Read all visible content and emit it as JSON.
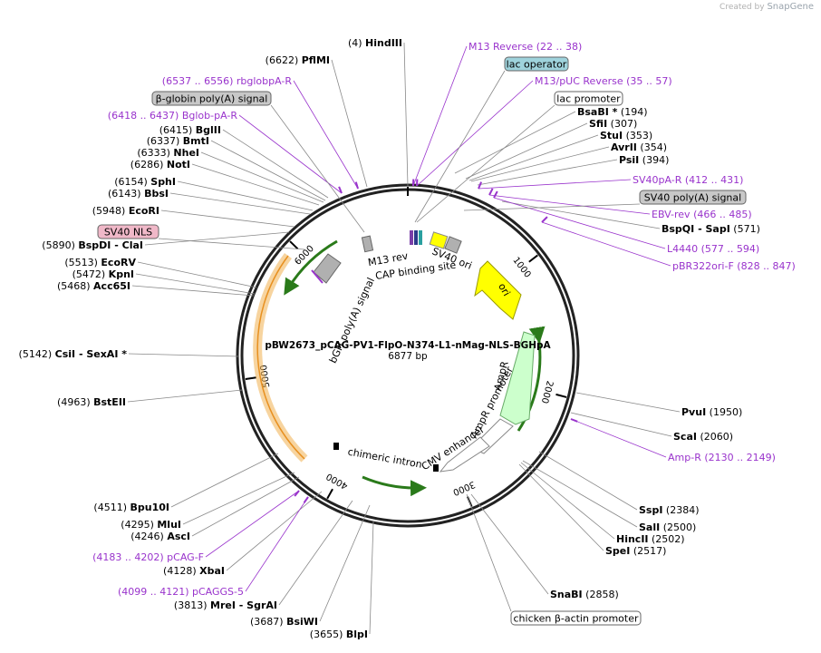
{
  "watermark": {
    "prefix": "Created by",
    "brand": "SnapGene"
  },
  "plasmid": {
    "name": "pBW2673_pCAG-PV1-FlpO-N374-L1-nMag-NLS-BGHpA",
    "size_label": "6877 bp",
    "total_bp": 6877
  },
  "ticks": [
    {
      "bp": 1000,
      "label": "1000"
    },
    {
      "bp": 2000,
      "label": "2000"
    },
    {
      "bp": 3000,
      "label": "3000"
    },
    {
      "bp": 4000,
      "label": "4000"
    },
    {
      "bp": 5000,
      "label": "5000"
    },
    {
      "bp": 6000,
      "label": "6000"
    }
  ],
  "features": [
    {
      "name": "ori",
      "color": "#ffff00",
      "outline": "#999900"
    },
    {
      "name": "AmpR",
      "color": "#ccffcc",
      "outline": "#66aa66"
    },
    {
      "name": "AmpR promoter",
      "color": "#ffffff",
      "outline": "#888888"
    },
    {
      "name": "CMV enhancer",
      "color": "#ffffff",
      "outline": "#888888"
    },
    {
      "name": "chimeric intron",
      "color": "#ffffff",
      "outline": "#000000"
    },
    {
      "name": "bGH poly(A) signal",
      "color": "#b0b0b0",
      "outline": "#666666"
    },
    {
      "name": "SV40 ori",
      "color": "#ffff00",
      "outline": "#888888"
    },
    {
      "name": "M13 rev",
      "color": "#b0b0b0",
      "outline": "#666666"
    },
    {
      "name": "CAP binding site",
      "color": "#b0b0b0",
      "outline": "#666666"
    }
  ],
  "feature_labels": {
    "ori": "ori",
    "ampr": "AmpR",
    "ampr_promoter": "AmpR promoter",
    "cmv_enhancer": "CMV enhancer",
    "chimeric_intron": "chimeric intron",
    "bgh": "bGH poly(A) signal",
    "sv40ori": "SV40 ori",
    "m13rev": "M13 rev",
    "cap": "CAP binding site"
  },
  "sites": [
    {
      "pos": "(4)",
      "name": "HindIII"
    },
    {
      "pos": "(6622)",
      "name": "PflMI"
    },
    {
      "pos": "(6415)",
      "name": "BglII"
    },
    {
      "pos": "(6337)",
      "name": "BmtI"
    },
    {
      "pos": "(6333)",
      "name": "NheI"
    },
    {
      "pos": "(6286)",
      "name": "NotI"
    },
    {
      "pos": "(6154)",
      "name": "SphI"
    },
    {
      "pos": "(6143)",
      "name": "BbsI"
    },
    {
      "pos": "(5948)",
      "name": "EcoRI"
    },
    {
      "pos": "(5890)",
      "name": "BspDI",
      "alt": "ClaI"
    },
    {
      "pos": "(5513)",
      "name": "EcoRV"
    },
    {
      "pos": "(5472)",
      "name": "KpnI"
    },
    {
      "pos": "(5468)",
      "name": "Acc65I"
    },
    {
      "pos": "(5142)",
      "name": "CsiI",
      "alt": "SexAI *"
    },
    {
      "pos": "(4963)",
      "name": "BstEII"
    },
    {
      "pos": "(4511)",
      "name": "Bpu10I"
    },
    {
      "pos": "(4295)",
      "name": "MluI"
    },
    {
      "pos": "(4246)",
      "name": "AscI"
    },
    {
      "pos": "(4128)",
      "name": "XbaI"
    },
    {
      "pos": "(3813)",
      "name": "MreI",
      "alt": "SgrAI"
    },
    {
      "pos": "(3687)",
      "name": "BsiWI"
    },
    {
      "pos": "(3655)",
      "name": "BlpI"
    },
    {
      "pos": "(2858)",
      "name": "SnaBI"
    },
    {
      "pos": "(2517)",
      "name": "SpeI"
    },
    {
      "pos": "(2502)",
      "name": "HincII"
    },
    {
      "pos": "(2500)",
      "name": "SalI"
    },
    {
      "pos": "(2384)",
      "name": "SspI"
    },
    {
      "pos": "(2060)",
      "name": "ScaI"
    },
    {
      "pos": "(1950)",
      "name": "PvuI"
    },
    {
      "pos": "(571)",
      "name": "BspQI",
      "alt": "SapI"
    },
    {
      "pos": "(394)",
      "name": "PsiI"
    },
    {
      "pos": "(354)",
      "name": "AvrII"
    },
    {
      "pos": "(353)",
      "name": "StuI"
    },
    {
      "pos": "(307)",
      "name": "SfiI"
    },
    {
      "pos": "(194)",
      "name": "BsaBI *"
    }
  ],
  "primers": [
    {
      "name": "M13 Reverse",
      "range": "(22 .. 38)"
    },
    {
      "name": "M13/pUC Reverse",
      "range": "(35 .. 57)"
    },
    {
      "name": "SV40pA-R",
      "range": "(412 .. 431)"
    },
    {
      "name": "EBV-rev",
      "range": "(466 .. 485)"
    },
    {
      "name": "L4440",
      "range": "(577 .. 594)"
    },
    {
      "name": "pBR322ori-F",
      "range": "(828 .. 847)"
    },
    {
      "name": "Amp-R",
      "range": "(2130 .. 2149)"
    },
    {
      "name": "pCAG-F",
      "range": "(4183 .. 4202)"
    },
    {
      "name": "pCAGGS-5",
      "range": "(4099 .. 4121)"
    },
    {
      "name": "Bglob-pA-R",
      "range": "(6418 .. 6437)"
    },
    {
      "name": "rbglobpA-R",
      "range": "(6537 .. 6556)"
    }
  ],
  "boxes": [
    {
      "name": "lac operator",
      "color": "#9fd3dc"
    },
    {
      "name": "lac promoter",
      "color": "#ffffff"
    },
    {
      "name": "SV40 poly(A) signal",
      "color": "#c8c8c8"
    },
    {
      "name": "β-globin poly(A) signal",
      "color": "#c8c8c8"
    },
    {
      "name": "SV40 NLS",
      "color": "#f0b8c8"
    },
    {
      "name": "chicken β-actin promoter",
      "color": "#ffffff"
    }
  ],
  "colors": {
    "primer": "#9933cc",
    "line": "#888888",
    "ring": "#222222"
  }
}
